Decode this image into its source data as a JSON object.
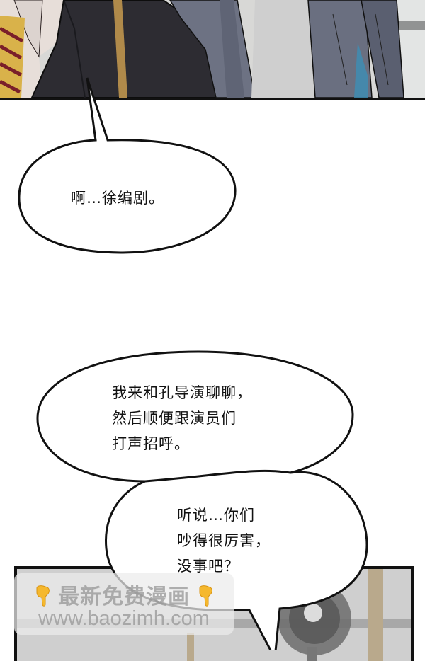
{
  "panels": {
    "top": {
      "description": "Characters in dark suit and grey coats, close-up on torso"
    },
    "bottom": {
      "description": "Blurred interior with standing fan"
    }
  },
  "bubbles": [
    {
      "id": "bubble-1",
      "lines": [
        "啊…徐编剧。"
      ]
    },
    {
      "id": "bubble-2",
      "lines": [
        "我来和孔导演聊聊，",
        "然后顺便跟演员们",
        "打声招呼。"
      ]
    },
    {
      "id": "bubble-3",
      "lines": [
        "听说…你们",
        "吵得很厉害，",
        "没事吧？"
      ]
    }
  ],
  "watermark": {
    "line1": "最新免费漫画",
    "line2": "www.baozimh.com",
    "icon": "pointing-down-hand-icon",
    "icon_color": "#f5b82e"
  },
  "colors": {
    "panel_border": "#111111",
    "bubble_fill": "#ffffff",
    "text": "#111111"
  }
}
